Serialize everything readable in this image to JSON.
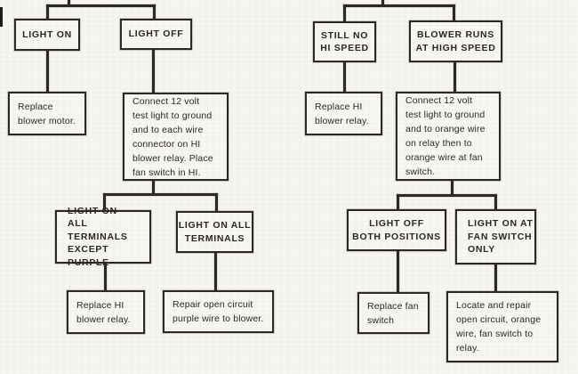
{
  "colors": {
    "ink": "#2b2822",
    "paper": "#f7f6f2"
  },
  "left_chart": {
    "nodes": [
      {
        "id": "light-on",
        "label": "LIGHT ON"
      },
      {
        "id": "light-off",
        "label": "LIGHT OFF"
      },
      {
        "id": "replace-blower-motor",
        "label": "Replace\nblower motor."
      },
      {
        "id": "connect-test-light-relay",
        "label": "Connect 12 volt\ntest light to ground\nand to each wire\nconnector on HI\nblower relay. Place\nfan switch in HI."
      },
      {
        "id": "light-on-all-terminals-except-purple",
        "label": "LIGHT ON-\nALL TERMINALS\nEXCEPT PURPLE"
      },
      {
        "id": "light-on-all-terminals",
        "label": "LIGHT ON ALL\nTERMINALS"
      },
      {
        "id": "replace-hi-blower-relay",
        "label": "Replace HI\nblower relay."
      },
      {
        "id": "repair-open-circuit-purple",
        "label": "Repair open circuit\npurple wire to blower."
      }
    ]
  },
  "right_chart": {
    "nodes": [
      {
        "id": "still-no-hi-speed",
        "label": "STILL NO\nHI SPEED"
      },
      {
        "id": "blower-runs-at-high-speed",
        "label": "BLOWER RUNS\nAT HIGH SPEED"
      },
      {
        "id": "replace-hi-blower-relay",
        "label": "Replace HI\nblower relay."
      },
      {
        "id": "connect-test-light-orange",
        "label": "Connect 12 volt\ntest light to ground\nand to orange wire\non relay then to\norange wire at fan\nswitch."
      },
      {
        "id": "light-off-both-positions",
        "label": "LIGHT OFF\nBOTH POSITIONS"
      },
      {
        "id": "light-on-at-fan-switch-only",
        "label": "LIGHT ON AT\nFAN SWITCH\nONLY"
      },
      {
        "id": "replace-fan-switch",
        "label": "Replace fan\nswitch"
      },
      {
        "id": "locate-repair-open-circuit-orange",
        "label": "Locate and repair\nopen circuit, orange\nwire, fan switch to\nrelay."
      }
    ]
  }
}
